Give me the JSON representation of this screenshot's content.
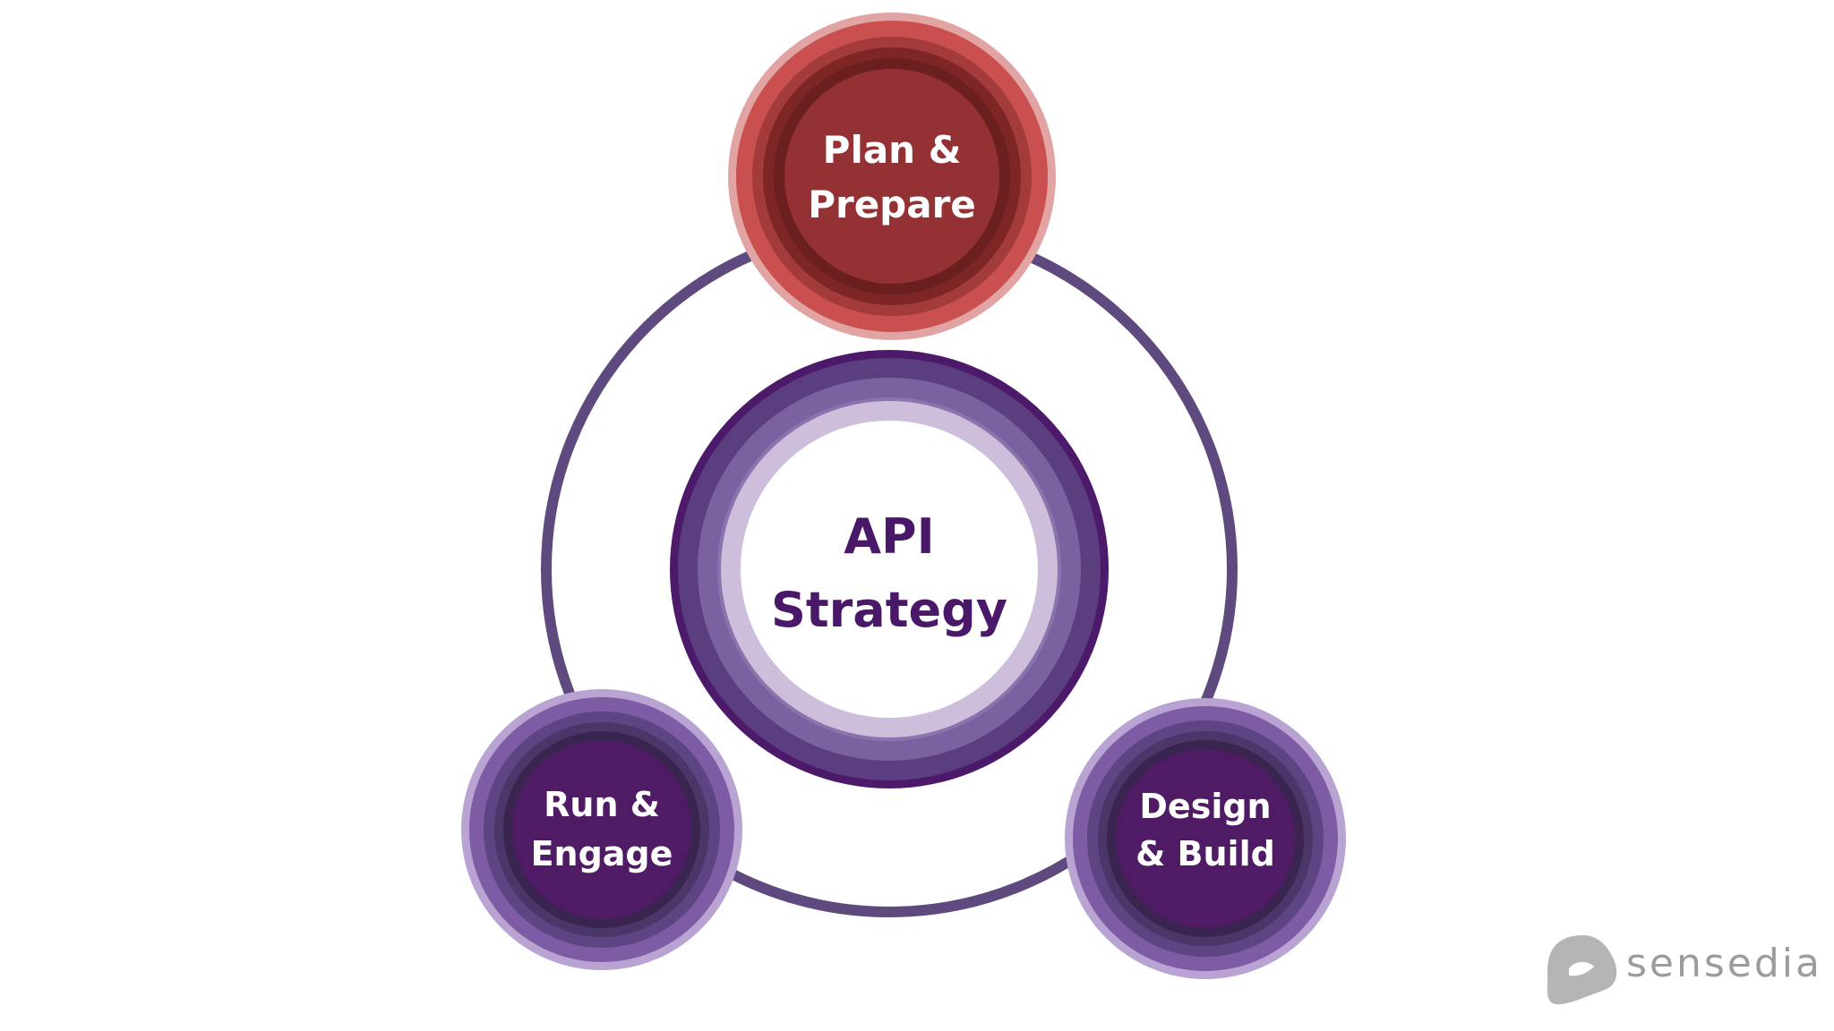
{
  "center": {
    "line1": "API",
    "line2": "Strategy"
  },
  "nodes": {
    "plan": {
      "line1": "Plan &",
      "line2": "Prepare"
    },
    "run": {
      "line1": "Run &",
      "line2": "Engage"
    },
    "design": {
      "line1": "Design",
      "line2": "& Build"
    }
  },
  "logo": {
    "text": "sensedia"
  },
  "colors": {
    "ring": "#5e4a7e",
    "center_dark": "#4d1a6b",
    "center_mid": "#7a62a0",
    "center_light": "#cdbfdc",
    "center_text": "#4a1868",
    "plan_outer": "#e2a4a2",
    "plan_ring": "#c9504e",
    "plan_dark": "#6b1f1f",
    "plan_fill": "#943134",
    "purple_outer": "#b8a3d2",
    "purple_ring": "#7d5ca5",
    "purple_dark": "#3a2550",
    "purple_fill": "#4e1b64",
    "logo_gray": "#9c9c9c"
  }
}
